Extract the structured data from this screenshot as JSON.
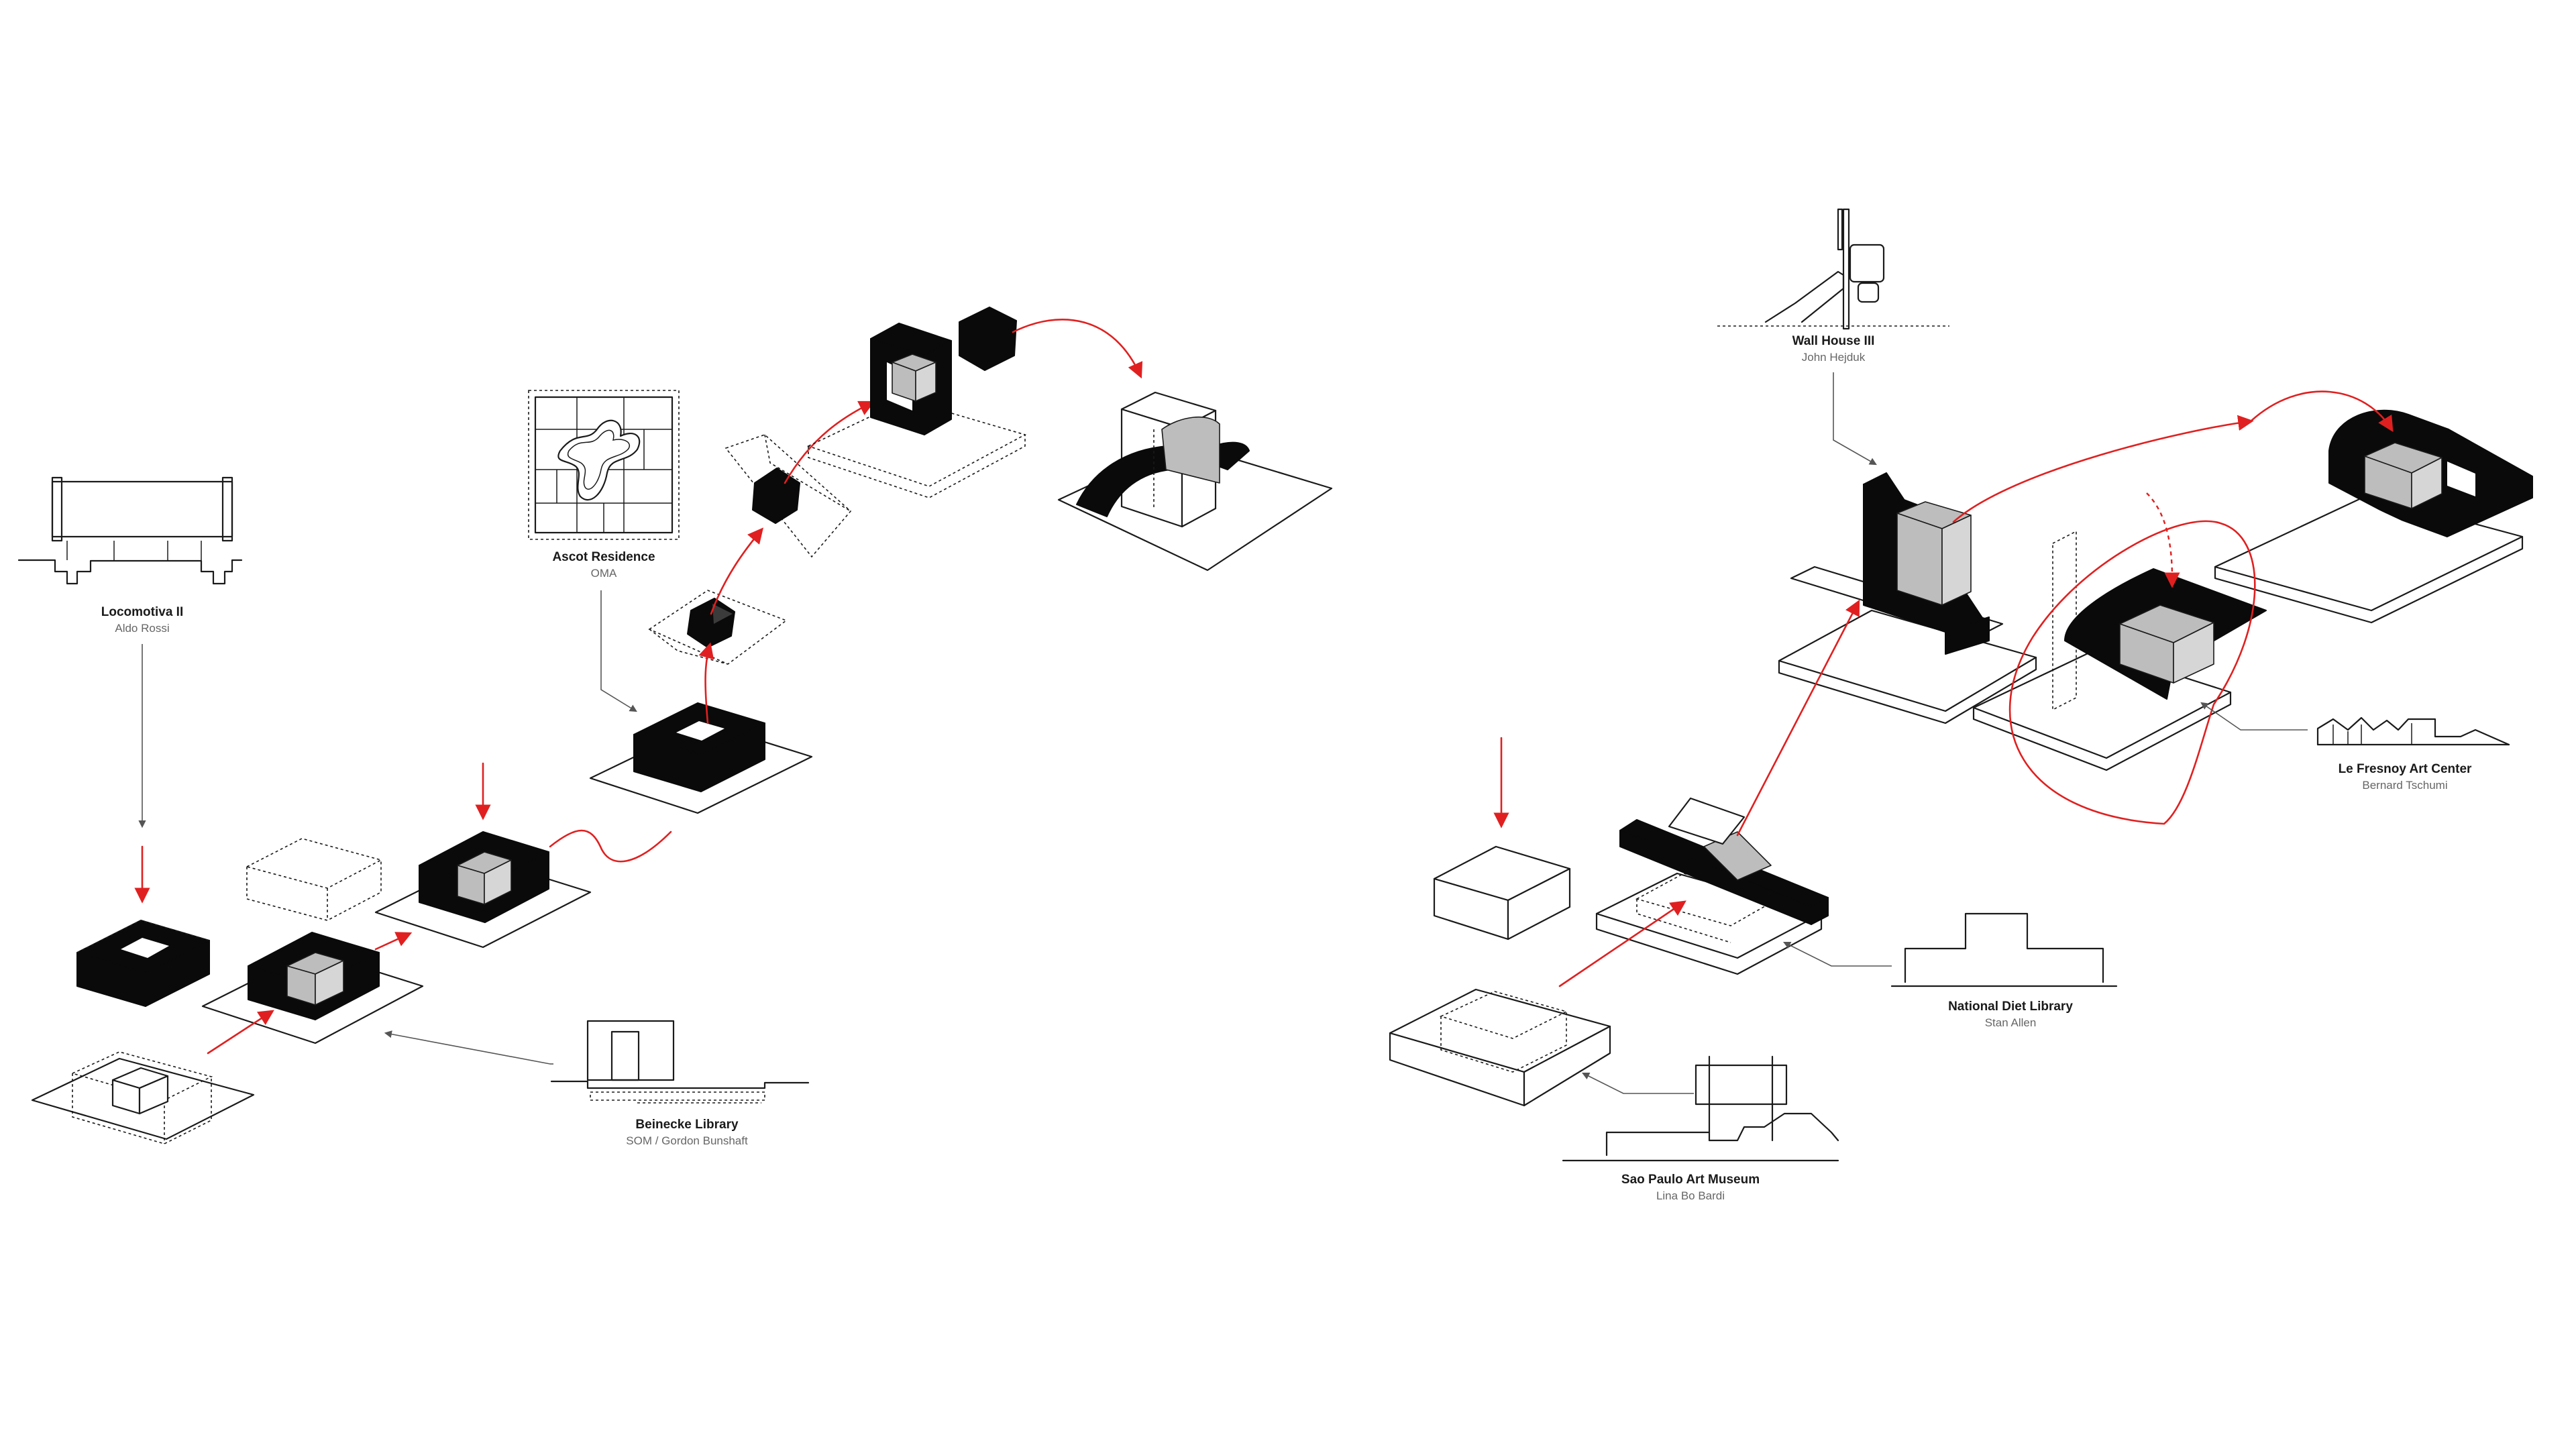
{
  "colors": {
    "accent": "#e02020",
    "ink": "#0a0a0a",
    "fill": "#bdbdbd",
    "background": "#ffffff"
  },
  "references": {
    "locomotiva": {
      "title": "Locomotiva II",
      "author": "Aldo Rossi"
    },
    "beinecke": {
      "title": "Beinecke Library",
      "author": "SOM / Gordon Bunshaft"
    },
    "ascot": {
      "title": "Ascot Residence",
      "author": "OMA"
    },
    "wallhouse": {
      "title": "Wall House III",
      "author": "John Hejduk"
    },
    "lefresnoy": {
      "title": "Le Fresnoy Art Center",
      "author": "Bernard Tschumi"
    },
    "nationaldiet": {
      "title": "National Diet Library",
      "author": "Stan Allen"
    },
    "saopaulo": {
      "title": "Sao Paulo Art Museum",
      "author": "Lina Bo Bardi"
    }
  }
}
